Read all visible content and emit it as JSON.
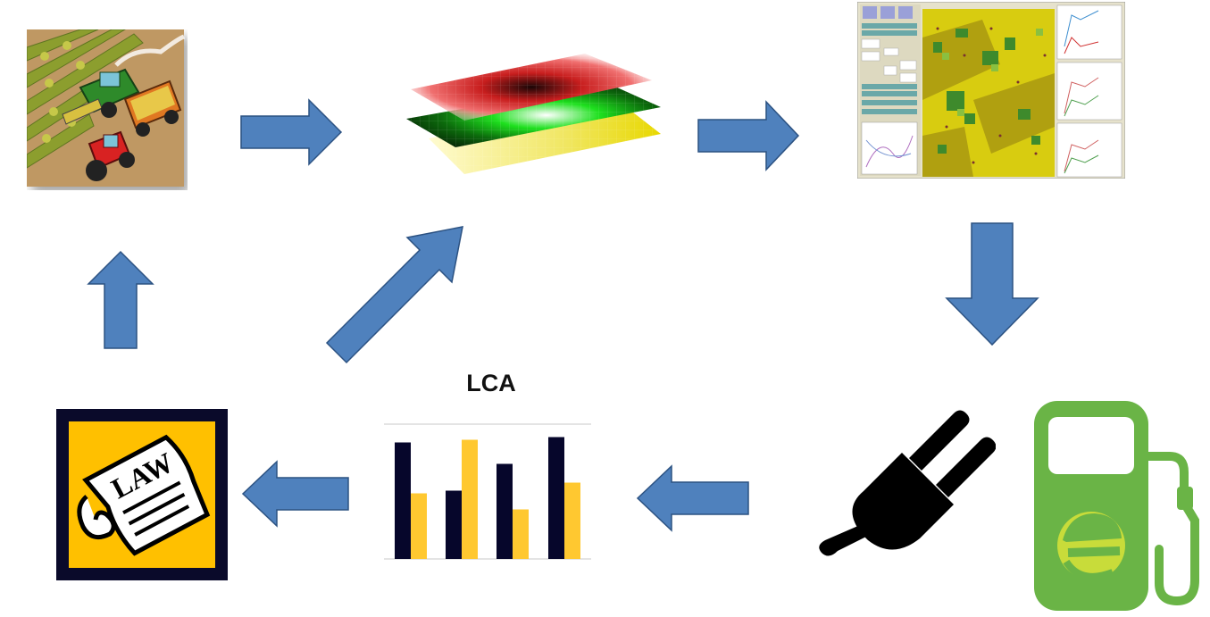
{
  "lca": {
    "title": "LCA",
    "bar_colors": {
      "dark": "#06062b",
      "gold": "#ffc830"
    }
  },
  "chart_data": {
    "type": "bar",
    "title": "LCA",
    "categories": [
      "",
      "",
      "",
      ""
    ],
    "series": [
      {
        "values": [
          87,
          51,
          71,
          91
        ]
      },
      {
        "values": [
          49,
          89,
          37,
          57
        ]
      }
    ],
    "ylim": [
      0,
      100
    ]
  },
  "law": {
    "text": "LAW"
  },
  "colors": {
    "arrow_fill": "#4f81bd",
    "arrow_stroke": "#2c5282",
    "law_frame": "#0a0a2a",
    "law_gold": "#ffc000",
    "fuel_green": "#6ab446"
  },
  "icons": [
    "farm-scene-icon",
    "map-layers-icon",
    "model-screenshot-icon",
    "plug-icon",
    "fuel-pump-icon",
    "law-scroll-icon"
  ]
}
